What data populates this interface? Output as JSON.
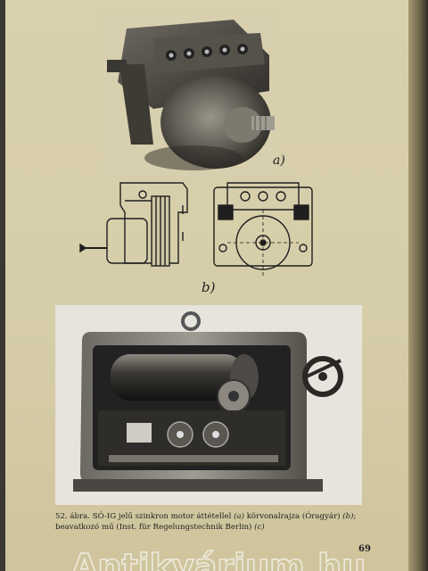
{
  "figure": {
    "label_a": "a)",
    "label_b": "b)",
    "caption": {
      "part1": "52. ábra. SÓ-IG jelű szinkron motor áttétellel ",
      "ref_a": "(a)",
      "part2": " körvonalrajza (Óragyár) ",
      "ref_b": "(b)",
      "part3": ";",
      "part4": "beavatkozó mű (Inst. für Regelungstechnik Berlin) ",
      "ref_c": "(c)"
    }
  },
  "page_number": "69",
  "watermark": {
    "text": "Antikvárium.hu",
    "color": "#ffffff"
  }
}
